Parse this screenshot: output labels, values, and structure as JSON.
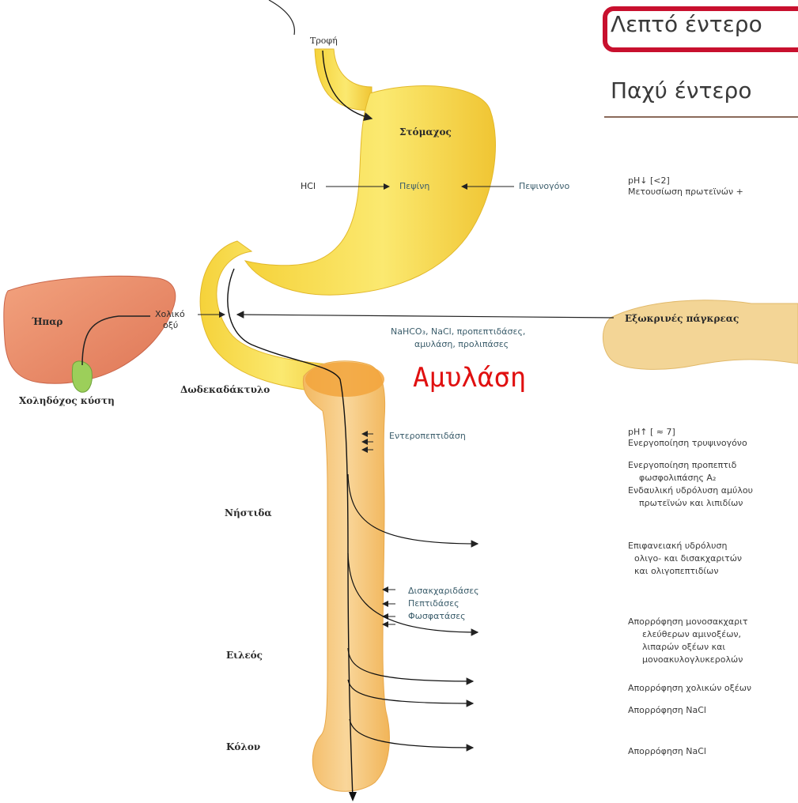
{
  "header": {
    "highlighted_label": "Λεπτό έντερο",
    "secondary_label": "Παχύ έντερο"
  },
  "annotation": {
    "amylase_label": "Αμυλάση"
  },
  "labels": {
    "food": "Τροφή",
    "stomach": "Στόμαχος",
    "hcl": "HCl",
    "pepsin": "Πεψίνη",
    "pepsinogen": "Πεψινογόνο",
    "liver": "Ήπαρ",
    "bile_acid_line1": "Χολικό",
    "bile_acid_line2": "οξύ",
    "gallbladder": "Χοληδόχος κύστη",
    "pancreas": "Εξωκρινές πάγκρεας",
    "pancreas_secretion_line1": "NaHCO₃, NaCl, προπεπτιδάσες,",
    "pancreas_secretion_line2": "αμυλάση, προλιπάσες",
    "duodenum": "Δωδεκαδάκτυλο",
    "enteropeptidase": "Εντεροπεπτιδάση",
    "jejunum": "Νήστιδα",
    "disaccharidases": "Δισακχαριδάσες",
    "peptidases": "Πεπτιδάσες",
    "phosphatases": "Φωσφατάσες",
    "ileum": "Ειλεός",
    "colon": "Κόλον"
  },
  "notes": {
    "stomach_ph_line1": "pH↓ [<2]",
    "stomach_ph_line2": "Μετουσίωση πρωτεϊνών +",
    "duodenum_ph": "pH↑ [ ≈ 7]",
    "duodenum_line1": "Ενεργοποίηση τρυψινογόνο",
    "duodenum_line2": "Ενεργοποίηση προπεπτιδ",
    "duodenum_line3": "φωσφολιπάσης A₂",
    "duodenum_line4": "Ενδαυλική υδρόλυση αμύλου",
    "duodenum_line5": "πρωτεϊνών και λιπιδίων",
    "jejunum_line1": "Επιφανειακή υδρόλυση",
    "jejunum_line2": "ολιγο- και δισακχαριτών",
    "jejunum_line3": "και ολιγοπεπτιδίων",
    "absorption_line1": "Απορρόφηση μονοσακχαριτ",
    "absorption_line2": "ελεύθερων αμινοξέων,",
    "absorption_line3": "λιπαρών οξέων και",
    "absorption_line4": "μονοακυλογλυκερολών",
    "bile_absorption": "Απορρόφηση χολικών οξέων",
    "nacl_absorption_1": "Απορρόφηση NaCl",
    "nacl_absorption_2": "Απορρόφηση NaCl"
  },
  "colors": {
    "stomach": "#f7e04a",
    "intestine": "#f6c878",
    "liver": "#e98a66",
    "pancreas": "#f3d596",
    "gallbladder": "#9ccf5a",
    "highlight_border": "#c8102e",
    "annotation_red": "#e01010"
  }
}
